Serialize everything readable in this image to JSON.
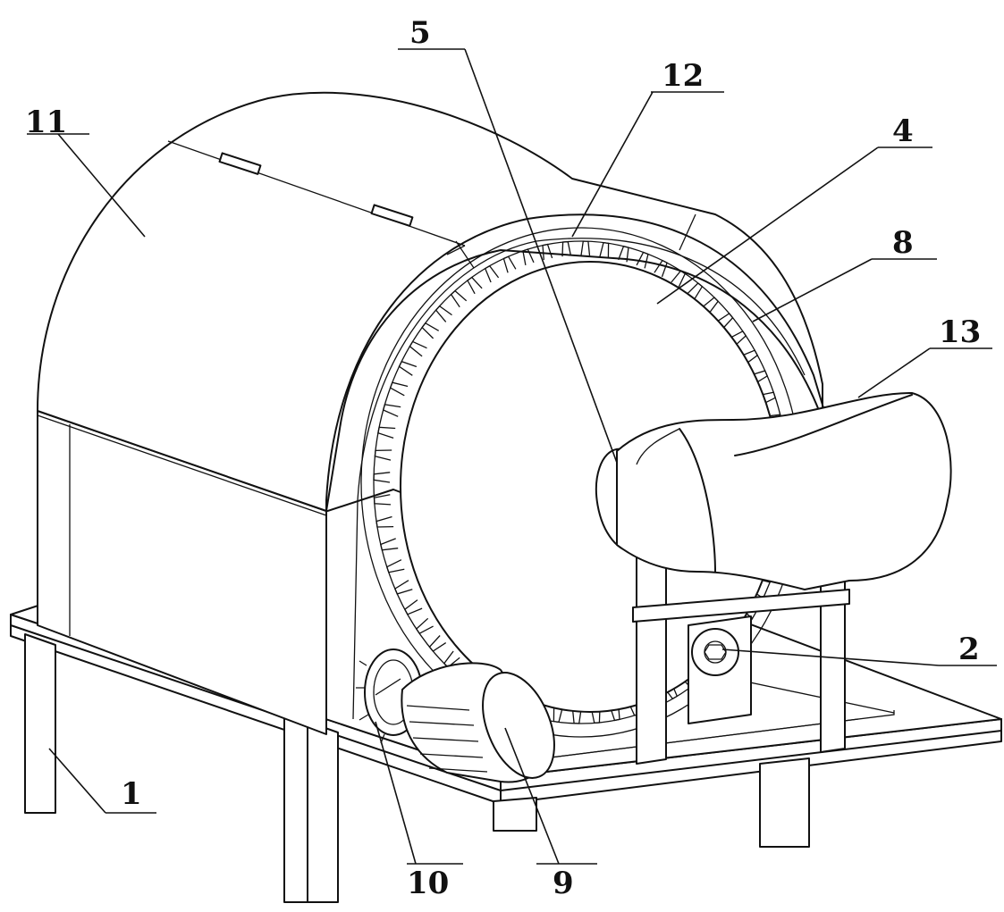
{
  "callouts": {
    "part_1": "1",
    "part_2": "2",
    "part_4": "4",
    "part_5": "5",
    "part_8": "8",
    "part_9": "9",
    "part_10": "10",
    "part_11": "11",
    "part_12": "12",
    "part_13": "13"
  }
}
